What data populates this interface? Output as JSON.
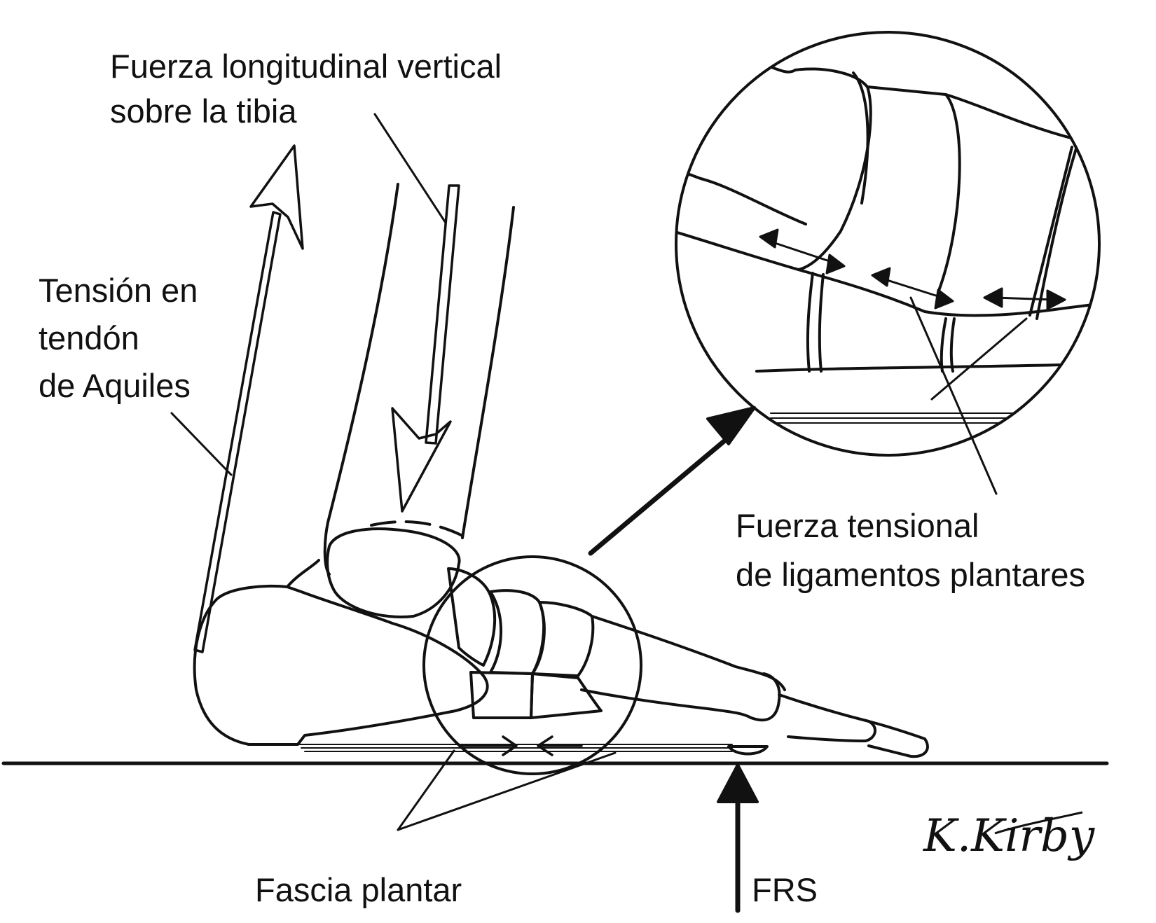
{
  "colors": {
    "ink": "#111111",
    "background": "#ffffff"
  },
  "labels": {
    "tibia_force": [
      "Fuerza longitudinal vertical",
      "sobre la tibia"
    ],
    "achilles": [
      "Tensión en",
      "tendón",
      "de Aquiles"
    ],
    "ligament_force": [
      "Fuerza tensional",
      "de ligamentos plantares"
    ],
    "fascia": "Fascia plantar",
    "grf": "FRS"
  },
  "signature": "K.Kirby"
}
